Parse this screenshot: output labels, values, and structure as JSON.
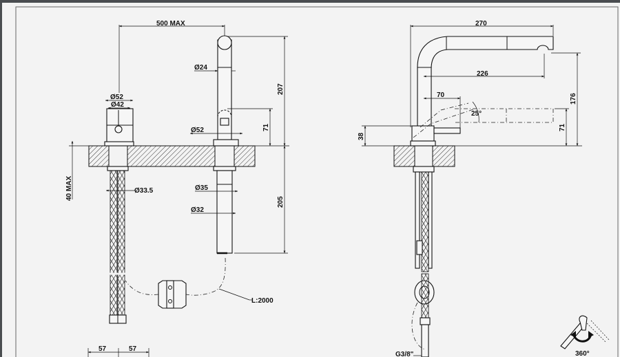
{
  "drawing": {
    "front_view": {
      "spread": "500 MAX",
      "spout_diameter": "Ø24",
      "handle_outer_diameter": "Ø52",
      "handle_inner_diameter": "Ø42",
      "spout_base_diameter": "Ø52",
      "total_height": "207",
      "handle_height": "71",
      "counter_thickness": "40 MAX",
      "hose_diameter": "Ø33.5",
      "shank_diameter_upper": "Ø35",
      "shank_diameter_lower": "Ø32",
      "shank_length": "205",
      "hose_length": "L:2000",
      "spacing_left": "57",
      "spacing_right": "57"
    },
    "side_view": {
      "reach": "270",
      "spout_reach": "226",
      "handle_reach": "70",
      "handle_angle": "25°",
      "spout_height": "176",
      "pullout_height": "71",
      "handle_base_height": "38",
      "thread": "G3/8\"",
      "rotation": "360°"
    }
  }
}
